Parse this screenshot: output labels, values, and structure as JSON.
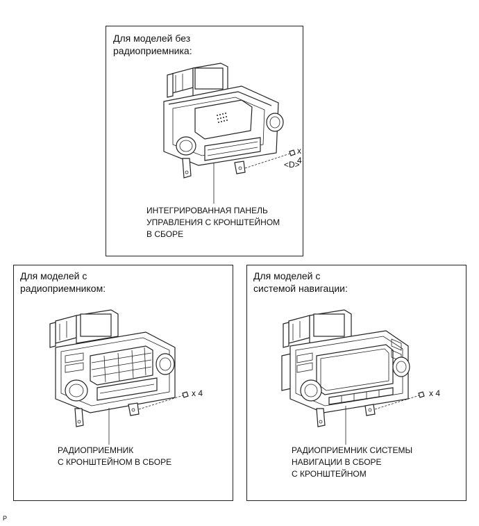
{
  "panels": {
    "top": {
      "title": "Для моделей без\nрадиоприемника:",
      "quantity": "x 4",
      "clip_label": "<D>",
      "caption": "ИНТЕГРИРОВАННАЯ ПАНЕЛЬ\nУПРАВЛЕНИЯ С КРОНШТЕЙНОМ\nВ СБОРЕ"
    },
    "bottom_left": {
      "title": "Для моделей с\nрадиоприемником:",
      "quantity": "x 4",
      "caption": "РАДИОПРИЕМНИК\nС КРОНШТЕЙНОМ В СБОРЕ"
    },
    "bottom_right": {
      "title": "Для моделей с\nсистемой навигации:",
      "quantity": "x 4",
      "caption": "РАДИОПРИЕМНИК СИСТЕМЫ\nНАВИГАЦИИ В СБОРЕ\nС КРОНШТЕЙНОМ"
    }
  },
  "footer": {
    "code": "P"
  }
}
